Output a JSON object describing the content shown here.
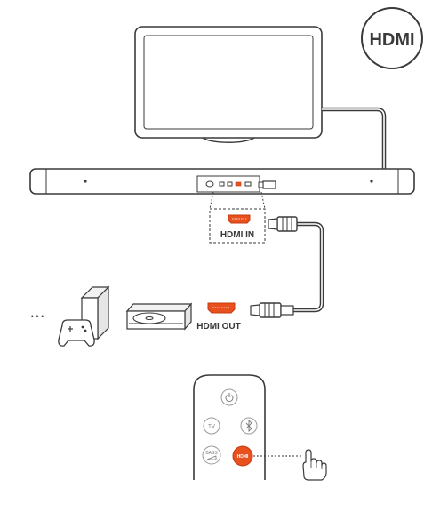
{
  "badge": {
    "label": "HDMI",
    "icon": "hdmi-badge-icon"
  },
  "labels": {
    "hdmi_in": "HDMI IN",
    "hdmi_out": "HDMI OUT",
    "more_devices": "• • •"
  },
  "remote": {
    "power": "",
    "tv": "TV",
    "bluetooth": "",
    "bass": "BASS",
    "hdmi": "HDMI"
  },
  "colors": {
    "line": "#3a3a3a",
    "fill_light": "#f2f2f2",
    "device_gray": "#e6e6e6",
    "accent": "#e8501e",
    "accent_dark": "#c43e12"
  }
}
